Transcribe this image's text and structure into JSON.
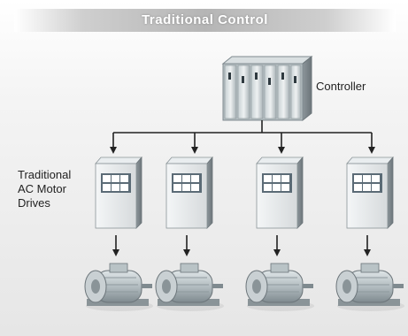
{
  "title": "Traditional Control",
  "labels": {
    "controller": "Controller",
    "drives": "Traditional\nAC Motor\nDrives"
  },
  "drive_count": 4,
  "motor_count": 4,
  "colors": {
    "title_bar": "#b5b5b5",
    "wire": "#222222",
    "controller_face": "#9aa8ac",
    "drive_face": "#e2e6e8",
    "drive_window": "#5b6b76",
    "motor_body": "#a9b4b8"
  }
}
